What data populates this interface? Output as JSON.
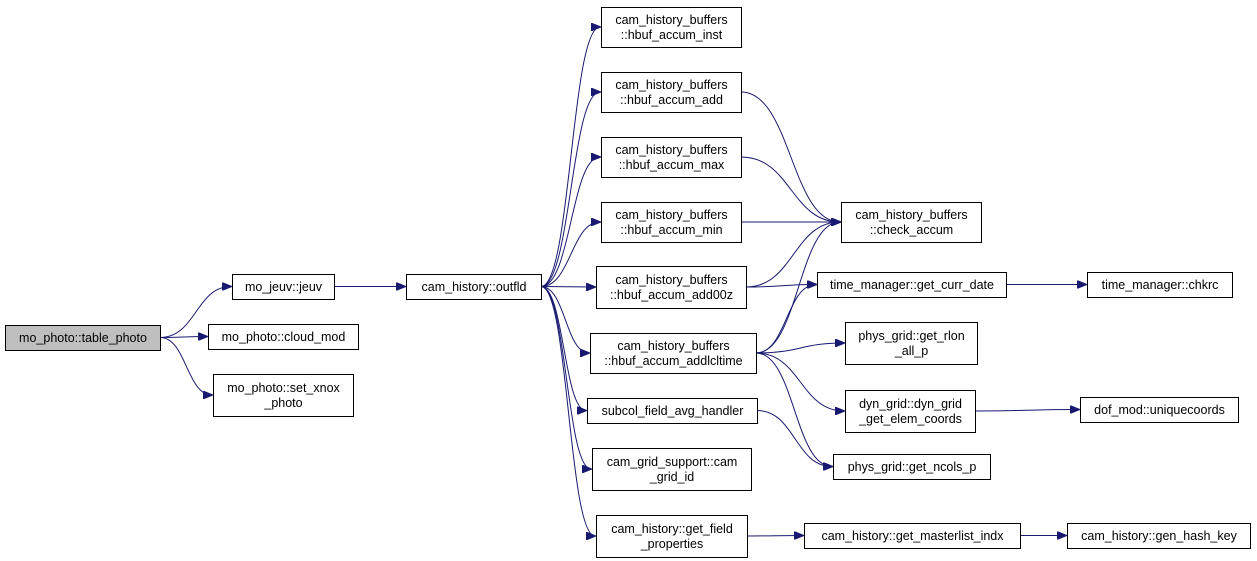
{
  "nodes": [
    {
      "id": "table_photo",
      "lines": [
        "mo_photo::table_photo"
      ],
      "root": true
    },
    {
      "id": "jeuv",
      "lines": [
        "mo_jeuv::jeuv"
      ]
    },
    {
      "id": "cloud_mod",
      "lines": [
        "mo_photo::cloud_mod"
      ]
    },
    {
      "id": "set_xnox",
      "lines": [
        "mo_photo::set_xnox",
        "_photo"
      ]
    },
    {
      "id": "outfld",
      "lines": [
        "cam_history::outfld"
      ]
    },
    {
      "id": "accum_inst",
      "lines": [
        "cam_history_buffers",
        "::hbuf_accum_inst"
      ]
    },
    {
      "id": "accum_add",
      "lines": [
        "cam_history_buffers",
        "::hbuf_accum_add"
      ]
    },
    {
      "id": "accum_max",
      "lines": [
        "cam_history_buffers",
        "::hbuf_accum_max"
      ]
    },
    {
      "id": "accum_min",
      "lines": [
        "cam_history_buffers",
        "::hbuf_accum_min"
      ]
    },
    {
      "id": "accum_add00z",
      "lines": [
        "cam_history_buffers",
        "::hbuf_accum_add00z"
      ]
    },
    {
      "id": "accum_addlcltime",
      "lines": [
        "cam_history_buffers",
        "::hbuf_accum_addlcltime"
      ]
    },
    {
      "id": "subcol",
      "lines": [
        "subcol_field_avg_handler"
      ]
    },
    {
      "id": "cam_grid_id",
      "lines": [
        "cam_grid_support::cam",
        "_grid_id"
      ]
    },
    {
      "id": "get_field_props",
      "lines": [
        "cam_history::get_field",
        "_properties"
      ]
    },
    {
      "id": "check_accum",
      "lines": [
        "cam_history_buffers",
        "::check_accum"
      ]
    },
    {
      "id": "get_curr_date",
      "lines": [
        "time_manager::get_curr_date"
      ]
    },
    {
      "id": "get_rlon",
      "lines": [
        "phys_grid::get_rlon",
        "_all_p"
      ]
    },
    {
      "id": "elem_coords",
      "lines": [
        "dyn_grid::dyn_grid",
        "_get_elem_coords"
      ]
    },
    {
      "id": "get_ncols",
      "lines": [
        "phys_grid::get_ncols_p"
      ]
    },
    {
      "id": "masterlist",
      "lines": [
        "cam_history::get_masterlist_indx"
      ]
    },
    {
      "id": "chkrc",
      "lines": [
        "time_manager::chkrc"
      ]
    },
    {
      "id": "uniquecoords",
      "lines": [
        "dof_mod::uniquecoords"
      ]
    },
    {
      "id": "gen_hash_key",
      "lines": [
        "cam_history::gen_hash_key"
      ]
    }
  ],
  "edges": [
    [
      "table_photo",
      "jeuv"
    ],
    [
      "table_photo",
      "cloud_mod"
    ],
    [
      "table_photo",
      "set_xnox"
    ],
    [
      "jeuv",
      "outfld"
    ],
    [
      "outfld",
      "accum_inst"
    ],
    [
      "outfld",
      "accum_add"
    ],
    [
      "outfld",
      "accum_max"
    ],
    [
      "outfld",
      "accum_min"
    ],
    [
      "outfld",
      "accum_add00z"
    ],
    [
      "outfld",
      "accum_addlcltime"
    ],
    [
      "outfld",
      "subcol"
    ],
    [
      "outfld",
      "cam_grid_id"
    ],
    [
      "outfld",
      "get_field_props"
    ],
    [
      "accum_add",
      "check_accum"
    ],
    [
      "accum_max",
      "check_accum"
    ],
    [
      "accum_min",
      "check_accum"
    ],
    [
      "accum_add00z",
      "check_accum"
    ],
    [
      "accum_add00z",
      "get_curr_date"
    ],
    [
      "accum_addlcltime",
      "check_accum"
    ],
    [
      "accum_addlcltime",
      "get_curr_date"
    ],
    [
      "accum_addlcltime",
      "get_rlon"
    ],
    [
      "accum_addlcltime",
      "elem_coords"
    ],
    [
      "accum_addlcltime",
      "get_ncols"
    ],
    [
      "subcol",
      "get_ncols"
    ],
    [
      "get_curr_date",
      "chkrc"
    ],
    [
      "elem_coords",
      "uniquecoords"
    ],
    [
      "get_field_props",
      "masterlist"
    ],
    [
      "masterlist",
      "gen_hash_key"
    ]
  ],
  "colors": {
    "edge": "#191970",
    "root_fill": "#bfbfbf",
    "node_fill": "#ffffff"
  }
}
